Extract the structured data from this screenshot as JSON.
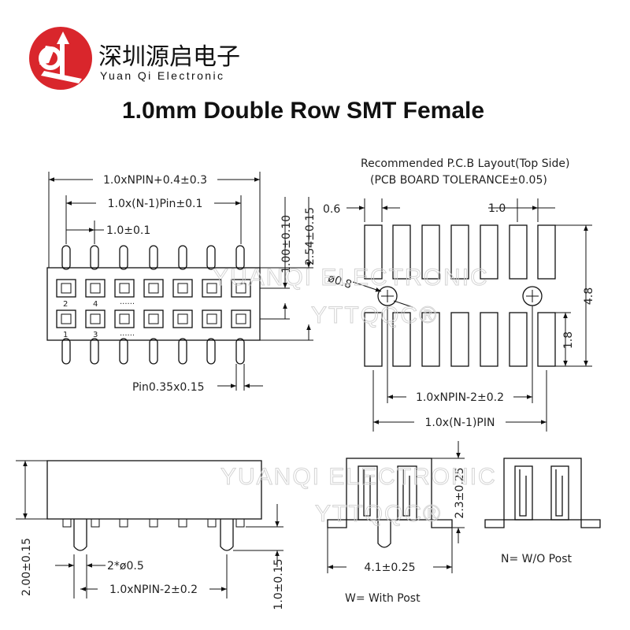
{
  "brand": {
    "name_cn": "深圳源启电子",
    "name_en": "Yuan Qi Electronic",
    "logo_color": "#d9262c"
  },
  "title": "1.0mm Double Row SMT Female",
  "watermark": {
    "line1": "YUANQI ELECTRONIC",
    "line2": "YTTQQC®"
  },
  "front_view": {
    "dim_overall": "1.0xNPIN+0.4±0.3",
    "dim_pitch_span": "1.0x(N-1)Pin±0.1",
    "dim_pitch": "1.0±0.1",
    "dim_row": "1.00±0.10",
    "dim_height": "2.54±0.15",
    "dim_pin": "Pin0.35x0.15",
    "pin_labels": [
      "2",
      "4",
      "1",
      "3"
    ],
    "ellipsis": "......"
  },
  "pcb_layout": {
    "title_line1": "Recommended P.C.B Layout(Top Side)",
    "title_line2": "(PCB BOARD TOLERANCE±0.05)",
    "dim_pad_width": "0.6",
    "dim_pitch": "1.0",
    "dim_hole": "ø0.8",
    "dim_height": "4.8",
    "dim_pad_len": "1.8",
    "dim_inner": "1.0xNPIN-2±0.2",
    "dim_span": "1.0x(N-1)PIN"
  },
  "side_view": {
    "dim_height": "2.00±0.15",
    "dim_post": "2*ø0.5",
    "dim_post_span": "1.0xNPIN-2±0.2",
    "dim_post_len": "1.0±0.15"
  },
  "cross_section": {
    "dim_height": "2.3±0.25",
    "dim_width": "4.1±0.25",
    "label_with_post": "W= With Post",
    "label_without_post": "N= W/O Post"
  }
}
